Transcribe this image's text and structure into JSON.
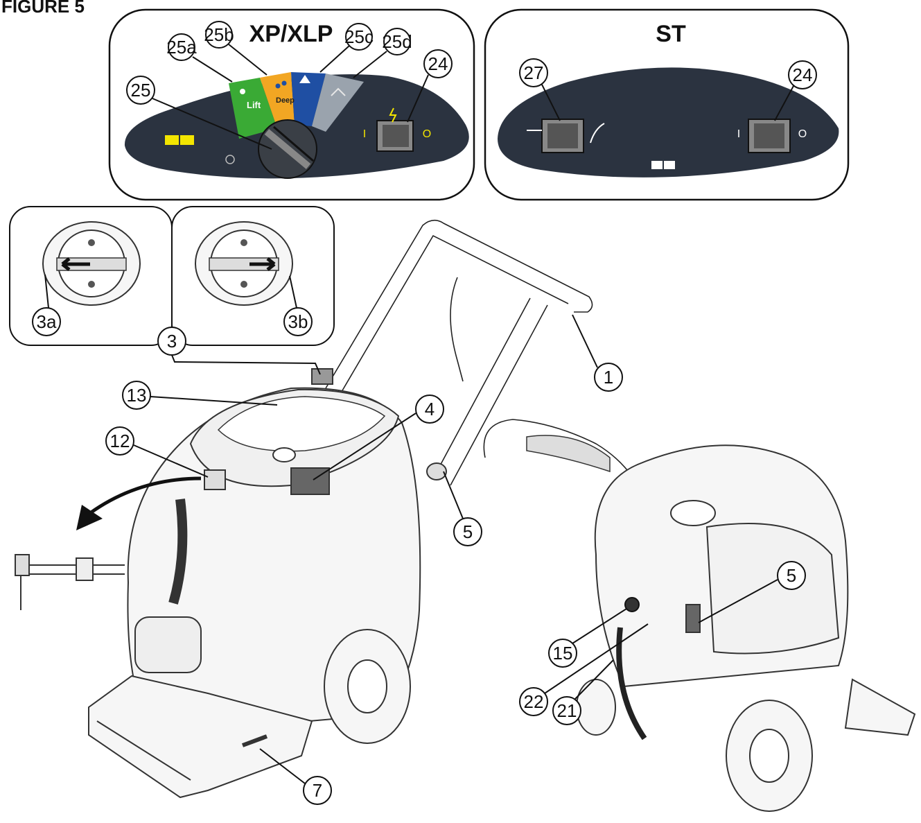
{
  "figure_title": "FIGURE 5",
  "panels": {
    "xp": {
      "title": "XP/XLP",
      "mode_icons": [
        "water-drop-icon",
        "double-drop-icon",
        "upholstery-tool-icon",
        "dry-vacuum-icon"
      ],
      "mode_texts": [
        "Lift",
        "Deep"
      ]
    },
    "st": {
      "title": "ST"
    }
  },
  "colors": {
    "panel_dark": "#2b3340",
    "mode_green": "#3aaa35",
    "mode_orange": "#f2a623",
    "mode_blue": "#1f4fa3",
    "mode_gray": "#9aa3ad",
    "warning_yellow": "#f3e500"
  },
  "switch_marks": {
    "on": "I",
    "off": "O"
  },
  "callouts": {
    "c25a": "25a",
    "c25b": "25b",
    "c25c": "25c",
    "c25d": "25d",
    "c25": "25",
    "c24_xp": "24",
    "c27": "27",
    "c24_st": "24",
    "c3a": "3a",
    "c3b": "3b",
    "c3": "3",
    "c1": "1",
    "c13": "13",
    "c4": "4",
    "c12": "12",
    "c5_left": "5",
    "c5_right": "5",
    "c7": "7",
    "c15": "15",
    "c22": "22",
    "c21": "21"
  }
}
